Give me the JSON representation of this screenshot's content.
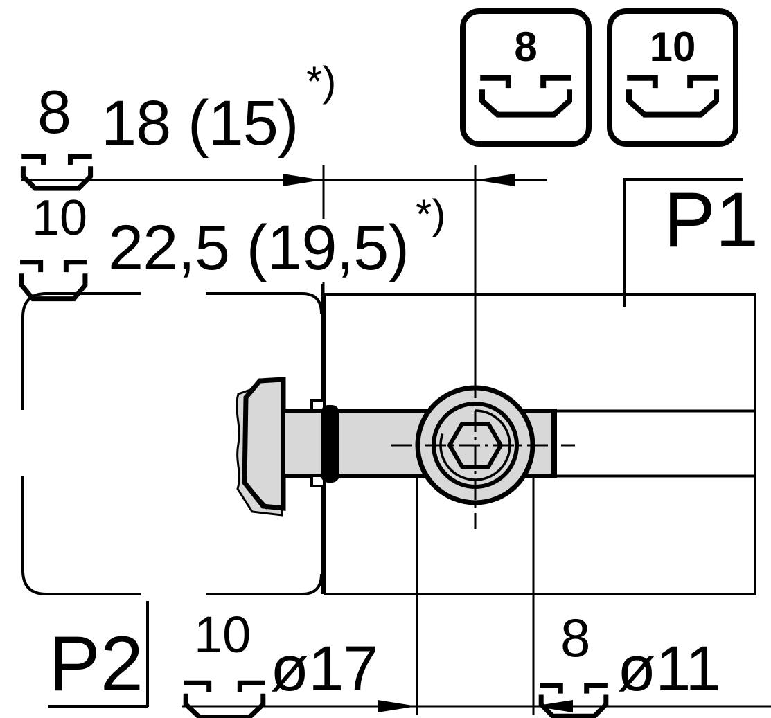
{
  "title": "T-bolt connection cross-section drawing",
  "colors": {
    "line": "#000000",
    "metal_fill": "#d8d8d8",
    "band_fill": "#000000",
    "background": "#ffffff"
  },
  "legend": {
    "boxes": [
      {
        "groove": "8"
      },
      {
        "groove": "10"
      }
    ]
  },
  "dimensions": {
    "top": {
      "groove8": {
        "size": "8",
        "value": "18 (15)",
        "footnote": "*)"
      },
      "groove10": {
        "size": "10",
        "value": "22,5 (19,5)",
        "footnote": "*)"
      }
    },
    "bottom": {
      "groove10": {
        "size": "10",
        "value": "ø17"
      },
      "groove8": {
        "size": "8",
        "value": "ø11"
      }
    }
  },
  "parts": {
    "p1": "P1",
    "p2": "P2"
  }
}
